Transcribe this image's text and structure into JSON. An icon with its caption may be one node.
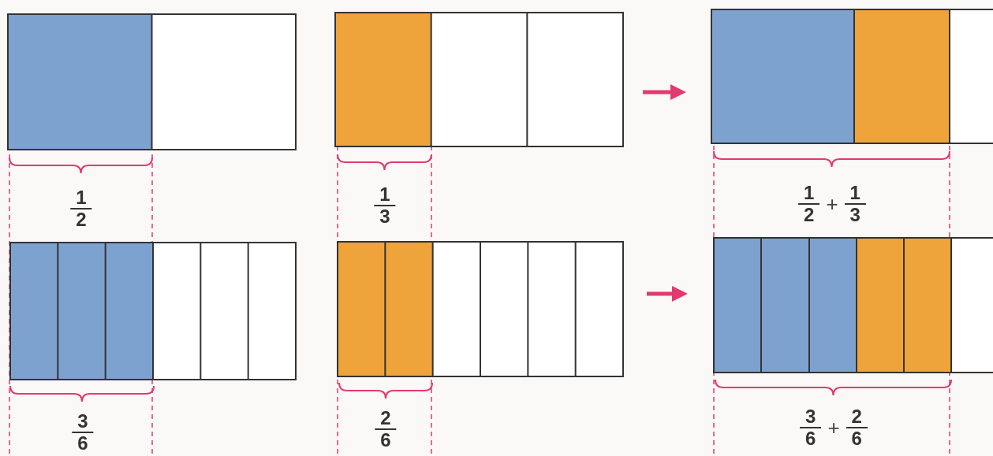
{
  "diagram": {
    "labels": [
      "1",
      "2",
      "1",
      "3",
      "1",
      "2",
      "+",
      "1",
      "3",
      "3",
      "6",
      "2",
      "6",
      "3",
      "6",
      "+",
      "2",
      "6"
    ]
  }
}
